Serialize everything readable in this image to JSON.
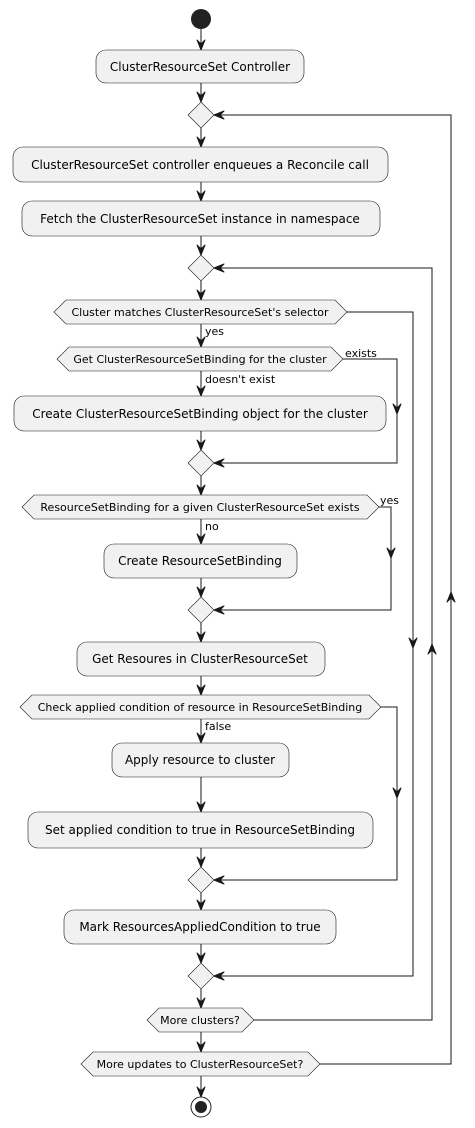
{
  "actions": {
    "controller": "ClusterResourceSet Controller",
    "enqueue": "ClusterResourceSet controller enqueues a Reconcile call",
    "fetch": "Fetch the ClusterResourceSet instance in namespace",
    "create_binding": "Create ClusterResourceSetBinding object for the cluster",
    "create_rsb": "Create ResourceSetBinding",
    "get_resources": "Get Resoures in ClusterResourceSet",
    "apply": "Apply resource to cluster",
    "set_condition": "Set applied condition to true in ResourceSetBinding",
    "mark": "Mark ResourcesAppliedCondition to true"
  },
  "conditions": {
    "selector": "Cluster matches ClusterResourceSet's selector",
    "get_binding": "Get ClusterResourceSetBinding for the cluster",
    "rsb_exists": "ResourceSetBinding for a given ClusterResourceSet exists",
    "check_applied": "Check applied condition of resource in ResourceSetBinding",
    "more_clusters": "More clusters?",
    "more_updates": "More updates to ClusterResourceSet?"
  },
  "branch_labels": {
    "yes": "yes",
    "exists": "exists",
    "doesnt_exist": "doesn't exist",
    "yes2": "yes",
    "no": "no",
    "false": "false"
  }
}
